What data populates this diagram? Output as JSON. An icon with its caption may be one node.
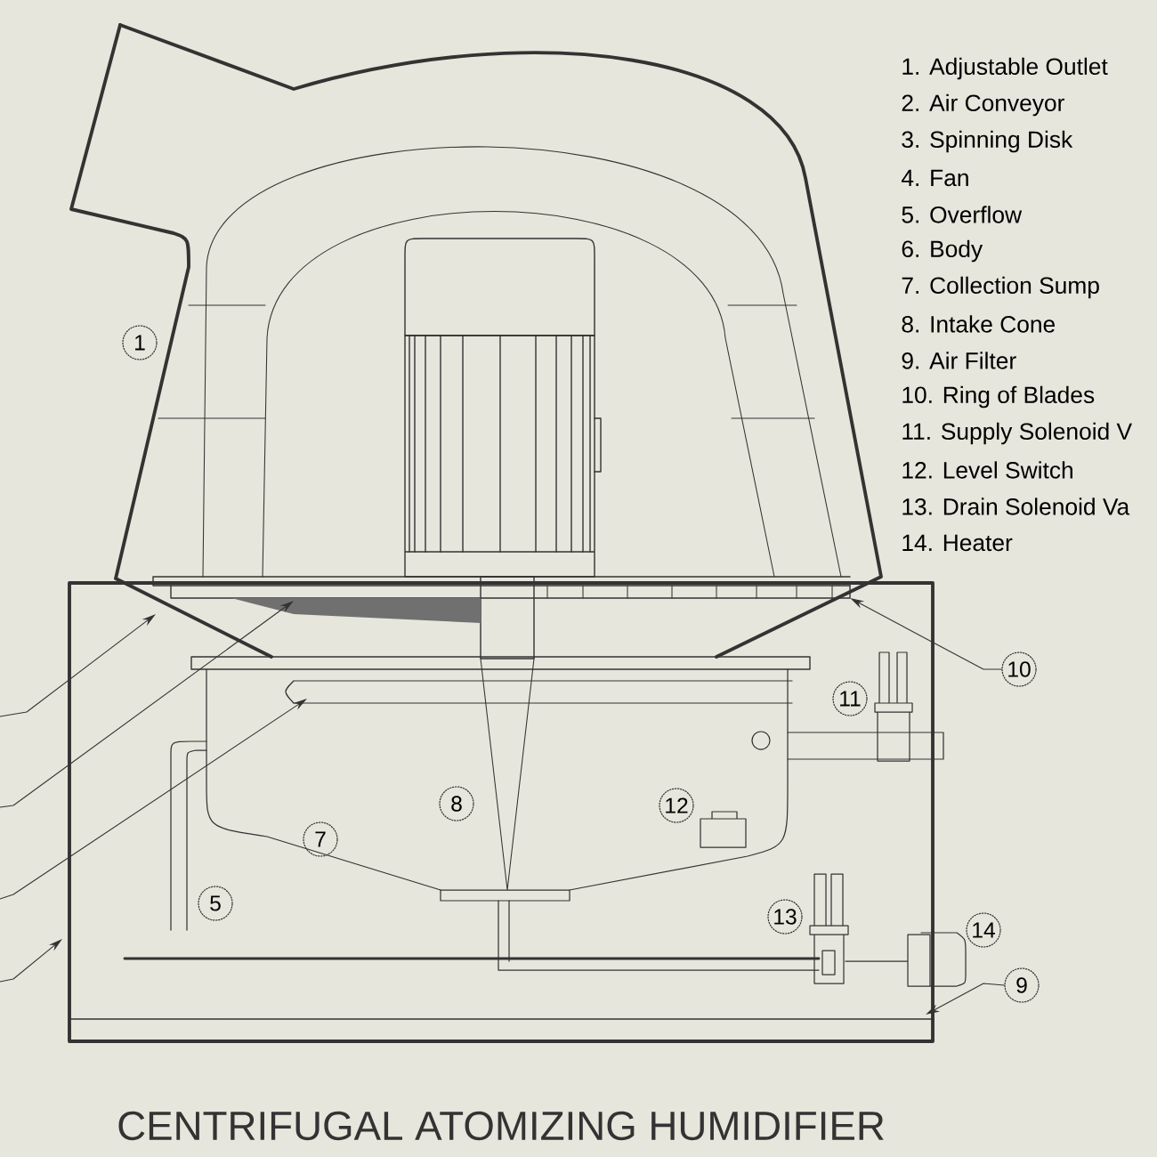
{
  "diagram": {
    "title": "CENTRIFUGAL ATOMIZING HUMIDIFIER",
    "nodes": [
      {
        "text": [
          "1"
        ]
      },
      {
        "text": [
          "10"
        ]
      },
      {
        "text": [
          "11"
        ]
      },
      {
        "text": [
          "8"
        ]
      },
      {
        "text": [
          "12"
        ]
      },
      {
        "text": [
          "7"
        ]
      },
      {
        "text": [
          "5"
        ]
      },
      {
        "text": [
          "13"
        ]
      },
      {
        "text": [
          "14"
        ]
      },
      {
        "text": [
          "9"
        ]
      }
    ],
    "edges": [
      {
        "from": 1,
        "to": null,
        "arrow": "to"
      },
      {
        "from": 9,
        "to": null,
        "arrow": "to"
      }
    ],
    "labels": [
      "1. Adjustable Outlet",
      "2. Air Conveyor",
      "3. Spinning Disk",
      "4. Fan",
      "5. Overflow",
      "6. Body",
      "7. Collection Sump",
      "8. Intake Cone",
      "9. Air Filter",
      "10. Ring of Blades",
      "11. Supply Solenoid V",
      "12. Level Switch",
      "13. Drain Solenoid Va",
      "14. Heater"
    ]
  }
}
